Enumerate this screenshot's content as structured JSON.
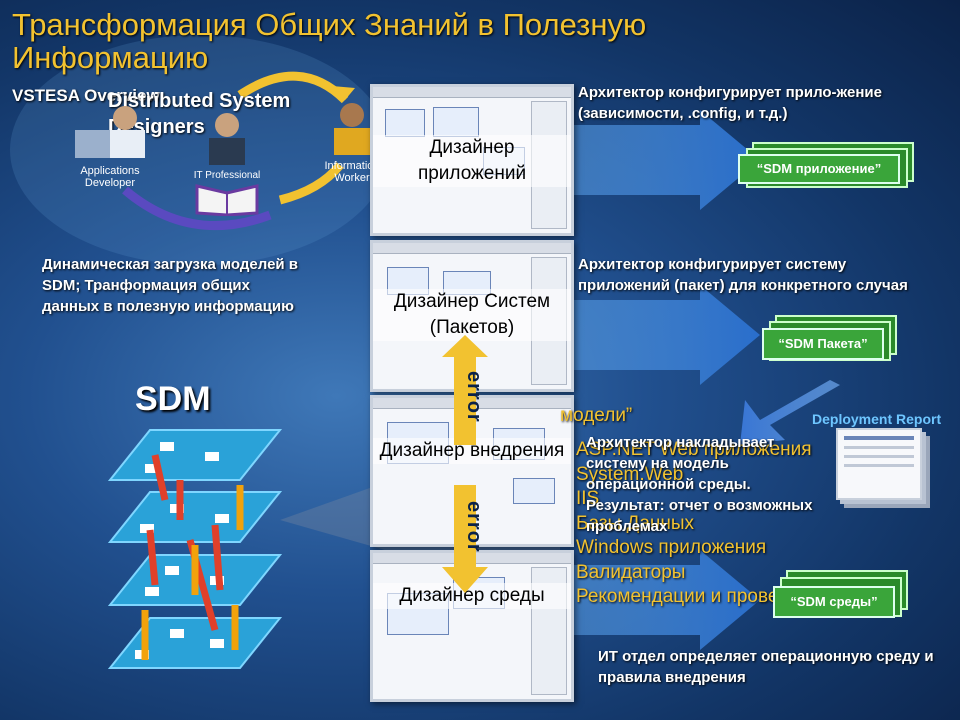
{
  "title": "Трансформация Общих Знаний в Полезную Информацию",
  "subtitle": "VSTESA Overview",
  "distributed_designers": "Distributed System Designers",
  "roles": [
    "Applications Developer",
    "IT Professional",
    "Information Worker"
  ],
  "dynamic_note": "Динамическая загрузка моделей в SDM; Транформация общих данных в полезную информацию",
  "sdm_label": "SDM",
  "designers": [
    {
      "label": "Дизайнер приложений"
    },
    {
      "label": "Дизайнер Систем (Пакетов)"
    },
    {
      "label": "Дизайнер внедрения"
    },
    {
      "label": "Дизайнер среды"
    }
  ],
  "notes": {
    "app": "Архитектор конфигурирует прило-жение (зависимости, .config, и т.д.)",
    "system": "Архитектор конфигурирует систему приложений (пакет) для конкретного случая",
    "deploy": "Архитектор накладывает систему на модель операционной среды. Результат: отчет о возможных проблемах",
    "env": "ИТ отдел определяет операционную среду и правила внедрения"
  },
  "sdm_cards": [
    "“SDM приложение”",
    "“SDM Пакета”",
    "“SDM среды”"
  ],
  "deployment_report": "Deployment Report",
  "error_label": "error",
  "menu": {
    "models": "модели”",
    "items": [
      "ASP.NET Web приложения",
      "System.Web",
      "IIS",
      "Базы Данных",
      "Windows приложения",
      "Валидаторы",
      "Рекомендации и проверки"
    ]
  },
  "colors": {
    "title": "#f2c230",
    "arrow": "#2f7ee0",
    "card": "#3aa53a",
    "layer": "#2aa2d8",
    "up_arrow": "#f2a20c",
    "down_arrow": "#e0402a"
  }
}
